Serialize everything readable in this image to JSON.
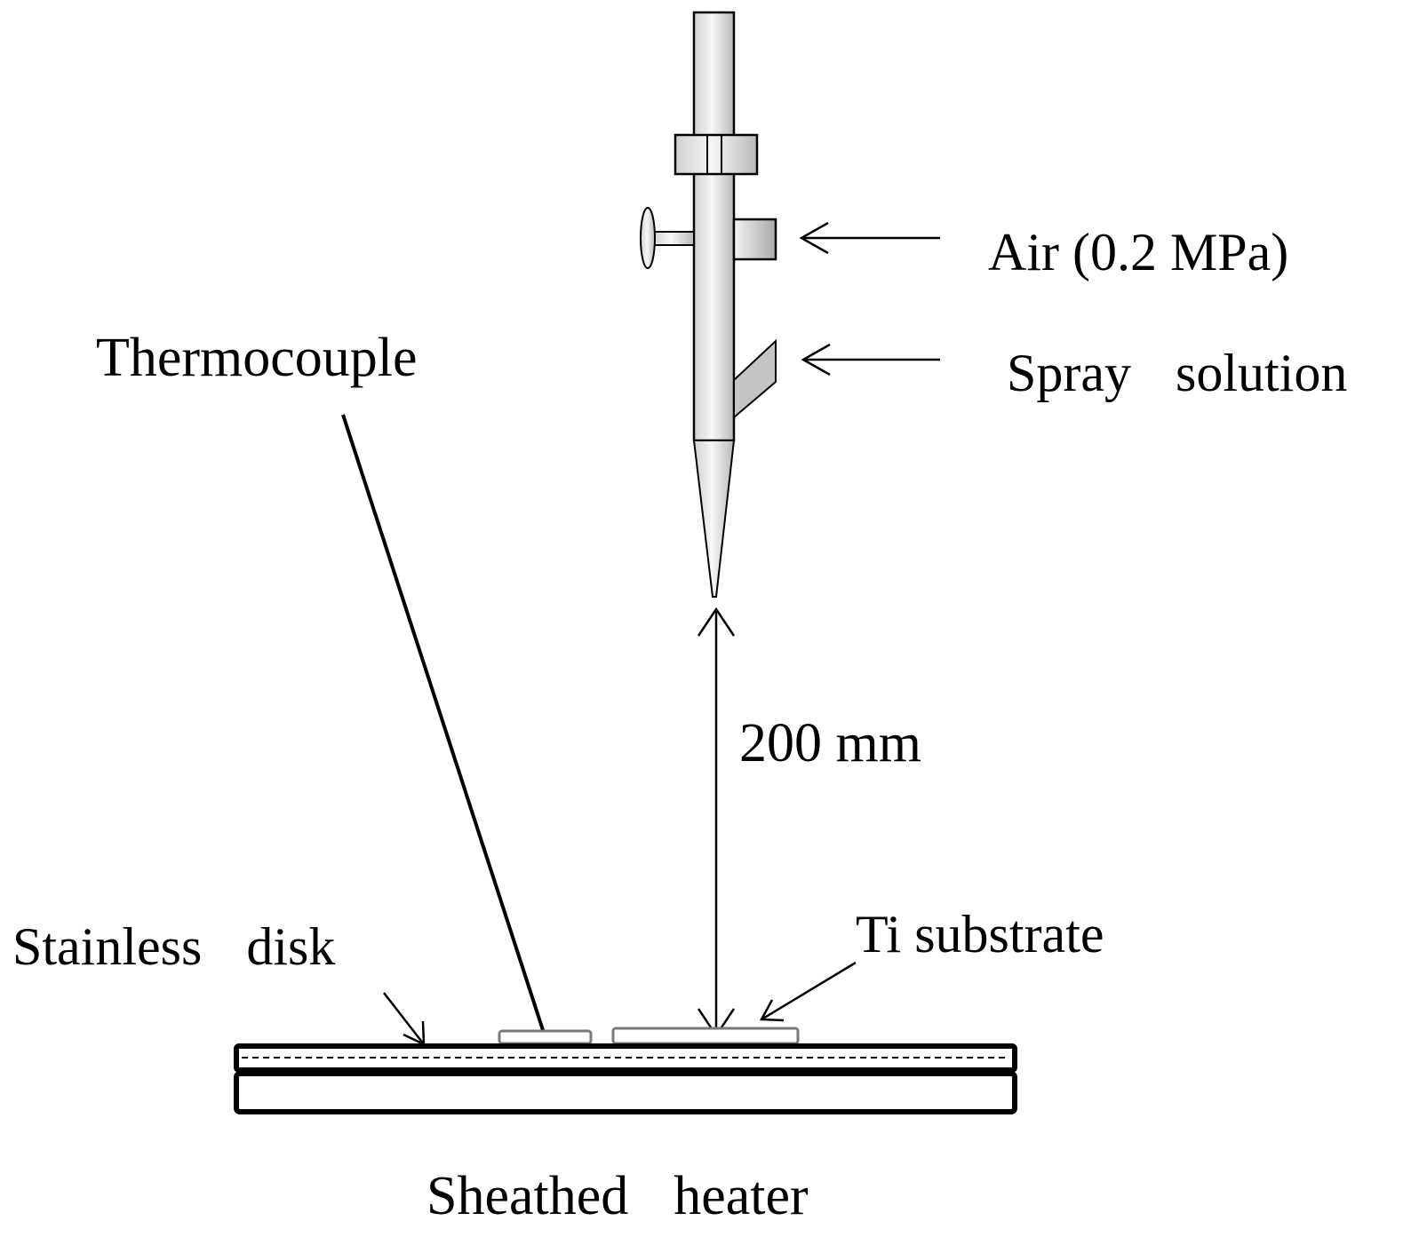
{
  "labels": {
    "air": "Air (0.2 MPa)",
    "spray_solution": "Spray  solution",
    "thermocouple": "Thermocouple",
    "distance": "200 mm",
    "ti_substrate": "Ti substrate",
    "stainless_disk": "Stainless  disk",
    "sheathed_heater": "Sheathed  heater"
  },
  "colors": {
    "line": "#000000",
    "nozzle_fill_light": "#f4f4f4",
    "nozzle_fill_dark": "#bdbdbd",
    "background": "#ffffff"
  }
}
